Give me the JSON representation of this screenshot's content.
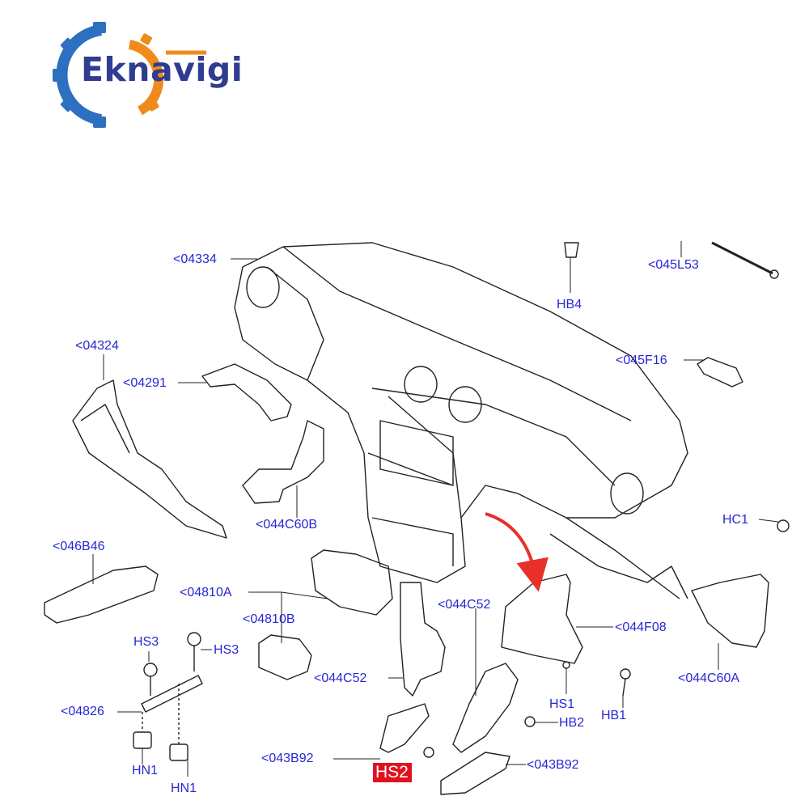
{
  "brand": {
    "name": "Eknavigi",
    "colors": {
      "text": "#2f3c8f",
      "gear_left": "#2d6fc1",
      "gear_right": "#f08a1d"
    }
  },
  "diagram": {
    "label_color": "#2727d6",
    "highlight_color": "#e1121f",
    "arrow_color": "#e8302a",
    "labels": {
      "p04334": "<04334",
      "p04324": "<04324",
      "p04291": "<04291",
      "p044C60B": "<044C60B",
      "p046B46": "<046B46",
      "p04810A": "<04810A",
      "p04810B": "<04810B",
      "p044C52_top": "<044C52",
      "p044C52_mid": "<044C52",
      "p044F08": "<044F08",
      "p044C60A": "<044C60A",
      "p045L53": "<045L53",
      "p045F16": "<045F16",
      "HB4": "HB4",
      "HC1": "HC1",
      "HS3_a": "HS3",
      "HS3_b": "HS3",
      "p04826": "<04826",
      "HN1_a": "HN1",
      "HN1_b": "HN1",
      "p043B92_left": "<043B92",
      "p043B92_right": "<043B92",
      "HS2": "HS2",
      "HS1": "HS1",
      "HB2": "HB2",
      "HB1": "HB1"
    }
  }
}
